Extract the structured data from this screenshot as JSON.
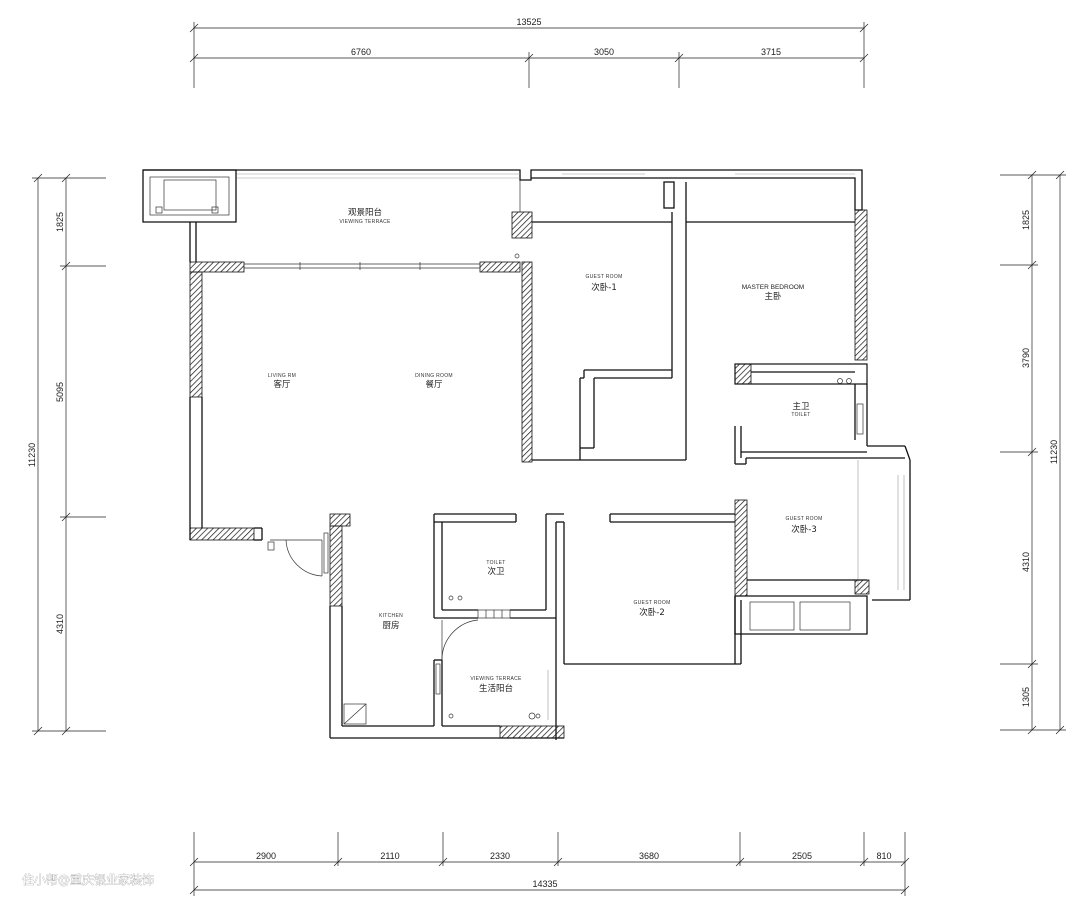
{
  "dimensions": {
    "top_total": "13525",
    "top_segments": [
      "6760",
      "3050",
      "3715"
    ],
    "bottom_total": "14335",
    "bottom_segments": [
      "2900",
      "2110",
      "2330",
      "3680",
      "2505",
      "810"
    ],
    "left_total": "11230",
    "left_segments": [
      "1825",
      "5095",
      "4310"
    ],
    "right_total": "11230",
    "right_segments": [
      "1825",
      "3790",
      "4310",
      "1305"
    ]
  },
  "rooms": {
    "viewing_terrace": {
      "cn": "观景阳台",
      "en": "VIEWING TERRACE"
    },
    "living_room": {
      "cn": "客厅",
      "en": "LIVING RM"
    },
    "dining_room": {
      "cn": "餐厅",
      "en": "DINING ROOM"
    },
    "guest_room_1": {
      "cn": "次卧-1",
      "en": "GUEST ROOM"
    },
    "master_bedroom": {
      "cn": "主卧",
      "en": "MASTER BEDROOM"
    },
    "master_toilet": {
      "cn": "主卫",
      "en": "TOILET"
    },
    "guest_room_3": {
      "cn": "次卧-3",
      "en": "GUEST ROOM"
    },
    "toilet": {
      "cn": "次卫",
      "en": "TOILET"
    },
    "kitchen": {
      "cn": "厨房",
      "en": "KITCHEN"
    },
    "guest_room_2": {
      "cn": "次卧-2",
      "en": "GUEST ROOM"
    },
    "living_terrace": {
      "cn": "生活阳台",
      "en": "VIEWING TERRACE"
    }
  },
  "watermark": "住小帮@重庆银业家装饰"
}
